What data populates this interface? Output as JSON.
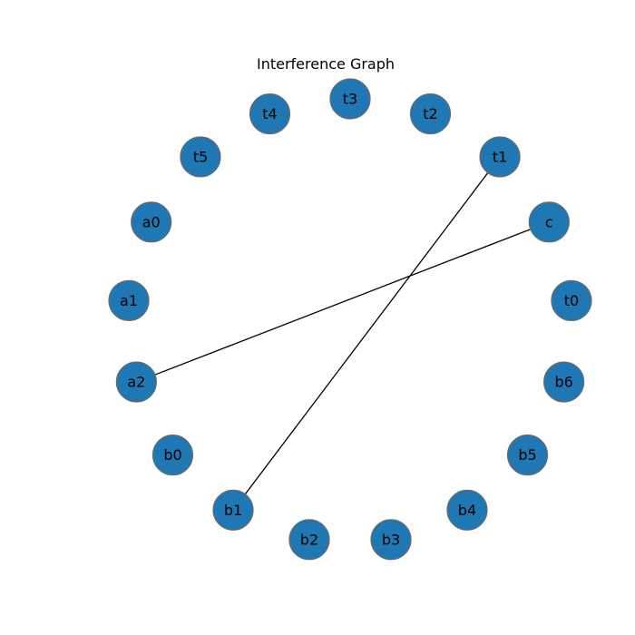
{
  "title": "Interference Graph",
  "node_color": "#1f77b4",
  "node_border_color": "#6b6b6b",
  "edge_color": "#000000",
  "nodes": [
    "t3",
    "t4",
    "t5",
    "a0",
    "a1",
    "a2",
    "b0",
    "b1",
    "b2",
    "b3",
    "b4",
    "b5",
    "b6",
    "t0",
    "c",
    "t1",
    "t2"
  ],
  "edges": [
    {
      "source": "t1",
      "target": "b1"
    },
    {
      "source": "c",
      "target": "a2"
    }
  ]
}
